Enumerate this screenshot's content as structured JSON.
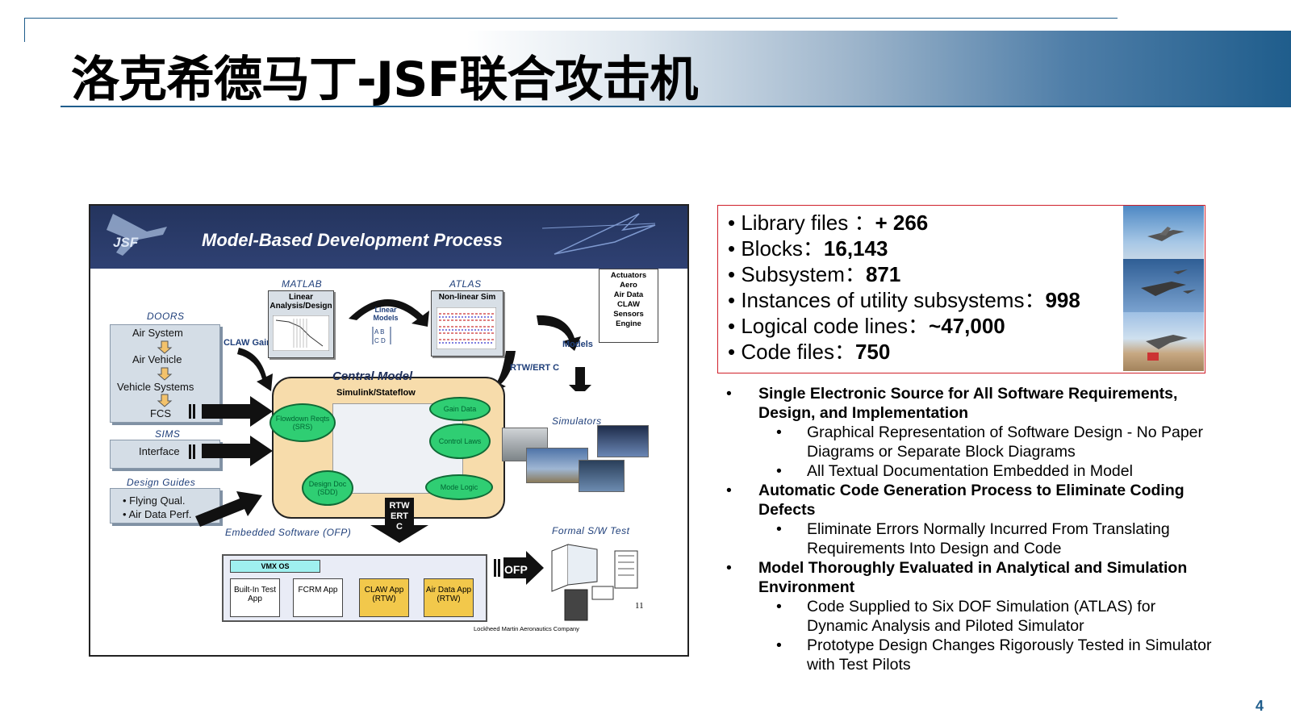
{
  "slide": {
    "title": "洛克希德马丁-JSF联合攻击机",
    "page_number": "4"
  },
  "diagram": {
    "header": "Model-Based Development Process",
    "logo": "JSF",
    "doors_label": "DOORS",
    "doors_items": [
      "Air System",
      "Air Vehicle",
      "Vehicle Systems",
      "FCS"
    ],
    "sims_label": "SIMS",
    "sims_item": "Interface",
    "guides_label": "Design Guides",
    "guides_items": [
      "• Flying Qual.",
      "• Air Data Perf."
    ],
    "matlab_label": "MATLAB",
    "matlab_sub": "Linear Analysis/Design",
    "atlas_label": "ATLAS",
    "atlas_sub": "Non-linear Sim",
    "linear_models": "Linear Models",
    "actuators": [
      "Actuators",
      "Aero",
      "Air Data",
      "CLAW",
      "Sensors",
      "Engine"
    ],
    "models_label": "Models",
    "claw_gains": "CLAW Gains",
    "rtw_ert_c_top": "RTW/ERT C",
    "central_title": "Central Model",
    "central_sub": "Simulink/Stateflow",
    "clouds": {
      "flowdown": "Flowdown Reqts (SRS)",
      "gain": "Gain Data",
      "control": "Control Laws",
      "design_doc": "Design Doc (SDD)",
      "mode_logic": "Mode Logic"
    },
    "rtw_ert_c_mid": [
      "RTW",
      "ERT",
      "C"
    ],
    "simulators": "Simulators",
    "ofp_label": "Embedded Software (OFP)",
    "vmx": "VMX OS",
    "apps": [
      "Built-In Test App",
      "FCRM App",
      "CLAW App (RTW)",
      "Air Data App (RTW)"
    ],
    "ofp": "OFP",
    "formal_test": "Formal S/W Test",
    "slide_no": "11",
    "company": "Lockheed Martin Aeronautics Company"
  },
  "stats": [
    {
      "label": "• Library files  ：",
      "value": "+ 266"
    },
    {
      "label": "• Blocks：",
      "value": "16,143"
    },
    {
      "label": "• Subsystem：",
      "value": "871"
    },
    {
      "label": "• Instances of utility subsystems：",
      "value": "998"
    },
    {
      "label": "• Logical code lines：",
      "value": "~47,000"
    },
    {
      "label": "• Code files：",
      "value": "750"
    }
  ],
  "bullets": [
    {
      "text": "Single Electronic Source for All Software Requirements, Design, and Implementation",
      "subs": [
        "Graphical Representation of Software Design - No Paper Diagrams or Separate Block Diagrams",
        "All Textual Documentation Embedded in Model"
      ]
    },
    {
      "text": "Automatic Code Generation Process to Eliminate Coding Defects",
      "subs": [
        "Eliminate Errors Normally Incurred From Translating Requirements Into Design and Code"
      ]
    },
    {
      "text": "Model Thoroughly Evaluated in Analytical and Simulation Environment",
      "subs": [
        "Code Supplied to Six DOF Simulation (ATLAS) for Dynamic Analysis and Piloted Simulator",
        "Prototype Design Changes Rigorously Tested in Simulator with Test Pilots"
      ]
    }
  ]
}
